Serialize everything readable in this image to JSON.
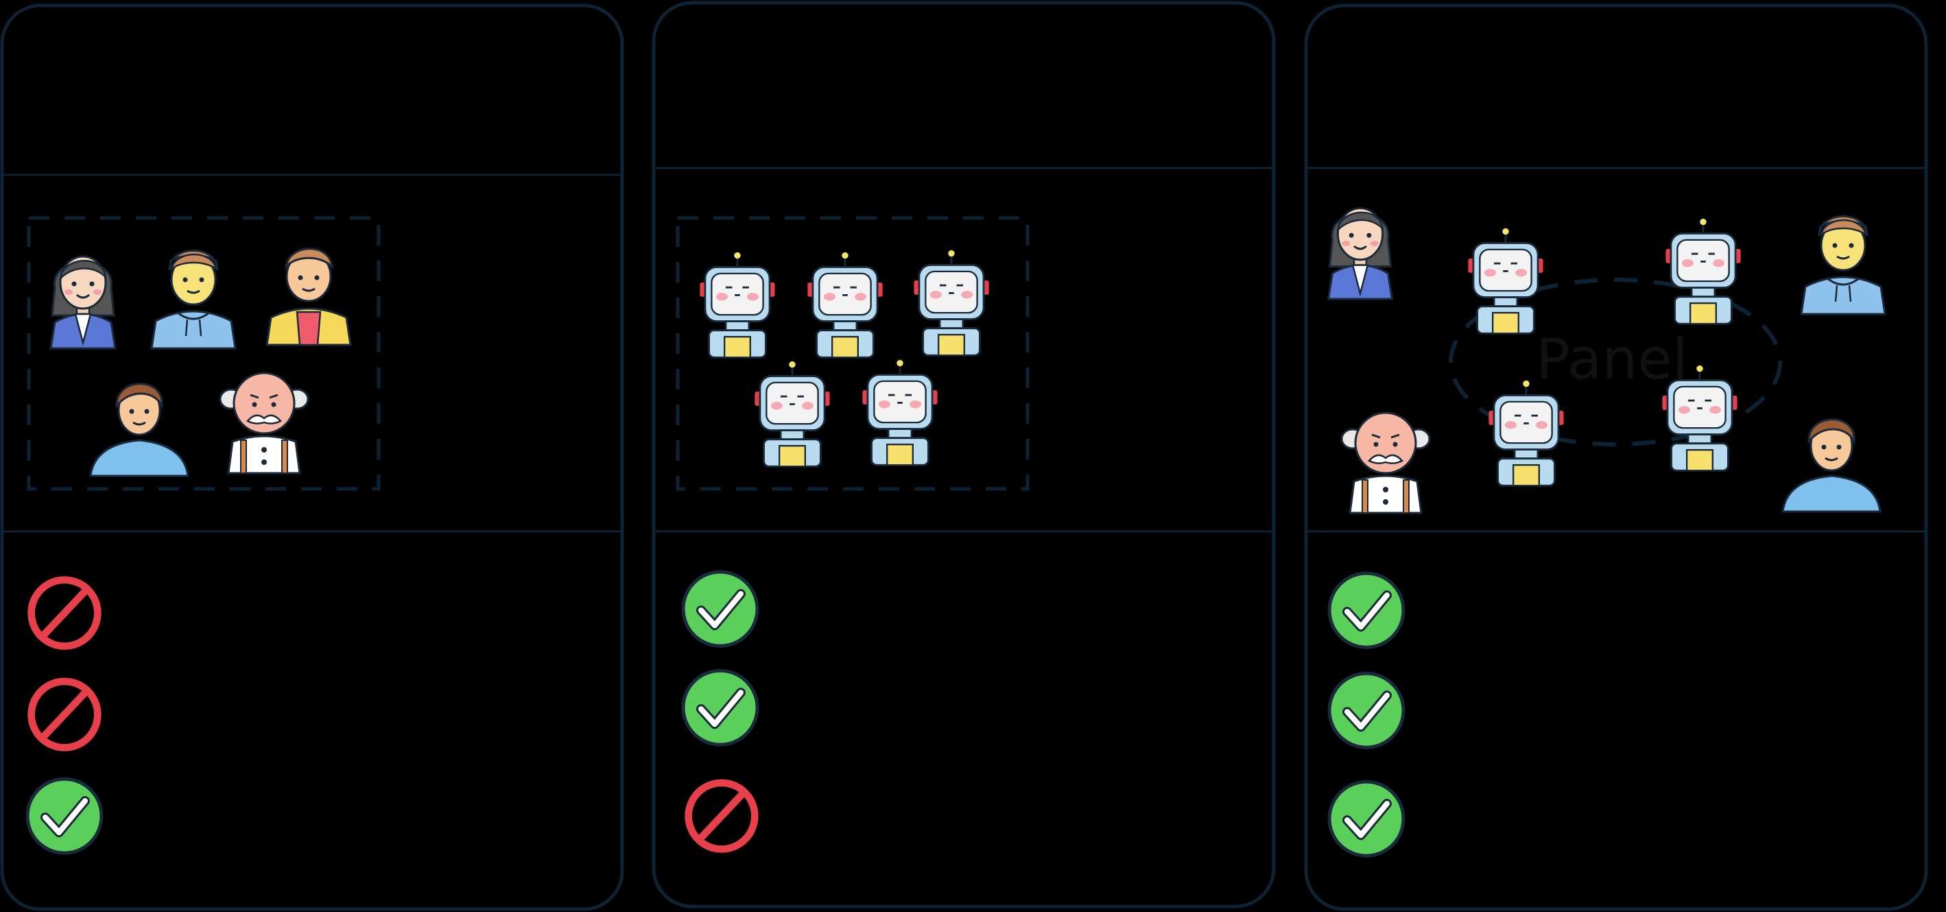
{
  "colors": {
    "background": "#000000",
    "panel_border": "#0d2333",
    "dash": "#0d2333",
    "check_green": "#5ad05a",
    "prohibit_red": "#e8404a",
    "robot_body": "#b9dbef",
    "robot_face": "#f2f2f2",
    "robot_screen_yellow": "#f7e06b",
    "robot_ear_red": "#e8404a"
  },
  "columns": [
    {
      "id": "human-team",
      "people": [
        "woman-suit",
        "man-hoodie",
        "man-yellow-jacket",
        "boy-blue",
        "old-man-mustache"
      ],
      "checklist": [
        "prohibited",
        "prohibited",
        "allowed"
      ]
    },
    {
      "id": "robot-team",
      "robot_count": 5,
      "checklist": [
        "allowed",
        "allowed",
        "prohibited"
      ]
    },
    {
      "id": "panel-team",
      "panel_label": "Panel",
      "people": [
        "woman-suit",
        "man-hoodie",
        "old-man-mustache",
        "boy-blue"
      ],
      "robot_count": 4,
      "checklist": [
        "allowed",
        "allowed",
        "allowed"
      ]
    }
  ]
}
